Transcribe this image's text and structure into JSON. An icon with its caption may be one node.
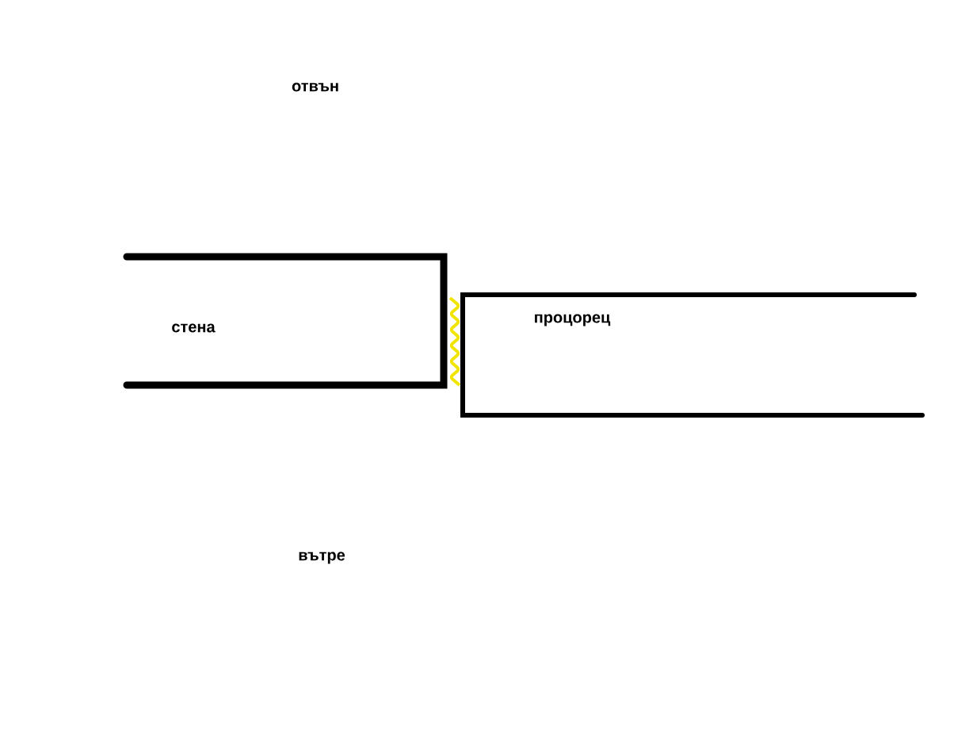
{
  "diagram": {
    "nodes": [
      {
        "text": [
          "стена"
        ]
      },
      {
        "text": [
          "процорец"
        ]
      }
    ],
    "labels": [
      "отвън",
      "вътре"
    ]
  }
}
